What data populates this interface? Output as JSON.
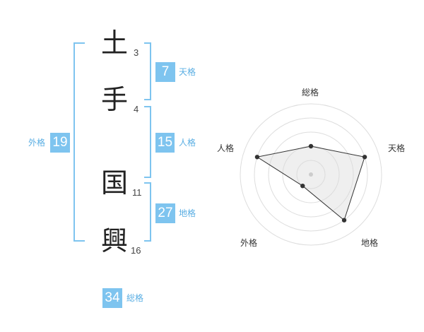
{
  "name_chars": [
    {
      "char": "土",
      "strokes": "3"
    },
    {
      "char": "手",
      "strokes": "4"
    },
    {
      "char": "国",
      "strokes": "11"
    },
    {
      "char": "興",
      "strokes": "16"
    }
  ],
  "fortune": {
    "tenkaku": {
      "value": "7",
      "label": "天格"
    },
    "jinkaku": {
      "value": "15",
      "label": "人格"
    },
    "chikaku": {
      "value": "27",
      "label": "地格"
    },
    "gaikaku": {
      "value": "19",
      "label": "外格"
    },
    "soukaku": {
      "value": "34",
      "label": "総格"
    }
  },
  "colors": {
    "accent": "#7ec4ef",
    "label": "#5aaee3"
  },
  "chart_data": {
    "type": "radar",
    "axes": [
      "総格",
      "天格",
      "地格",
      "外格",
      "人格"
    ],
    "values": [
      2,
      4,
      4,
      1,
      4
    ],
    "max": 5,
    "rings": 5
  }
}
